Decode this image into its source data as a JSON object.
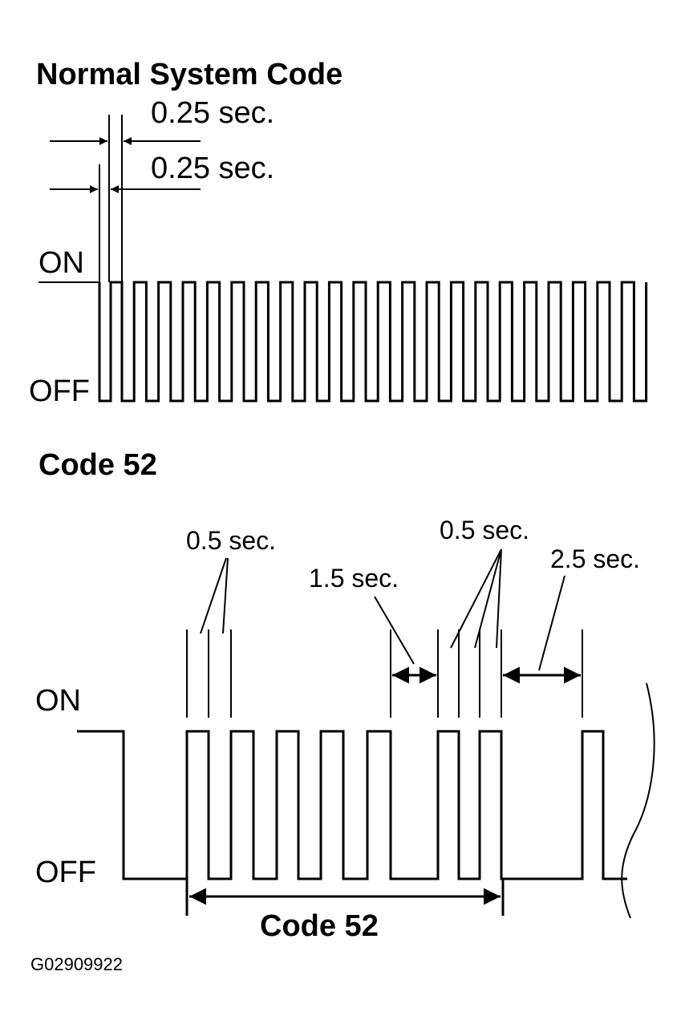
{
  "normal": {
    "title": "Normal System Code",
    "dim_top": "0.25 sec.",
    "dim_bottom": "0.25 sec.",
    "on_label": "ON",
    "off_label": "OFF"
  },
  "code52": {
    "title": "Code 52",
    "label_05_left": "0.5 sec.",
    "label_15": "1.5 sec.",
    "label_05_right": "0.5 sec.",
    "label_25": "2.5 sec.",
    "on_label": "ON",
    "off_label": "OFF",
    "span_label": "Code 52"
  },
  "figure_id": "G02909922"
}
